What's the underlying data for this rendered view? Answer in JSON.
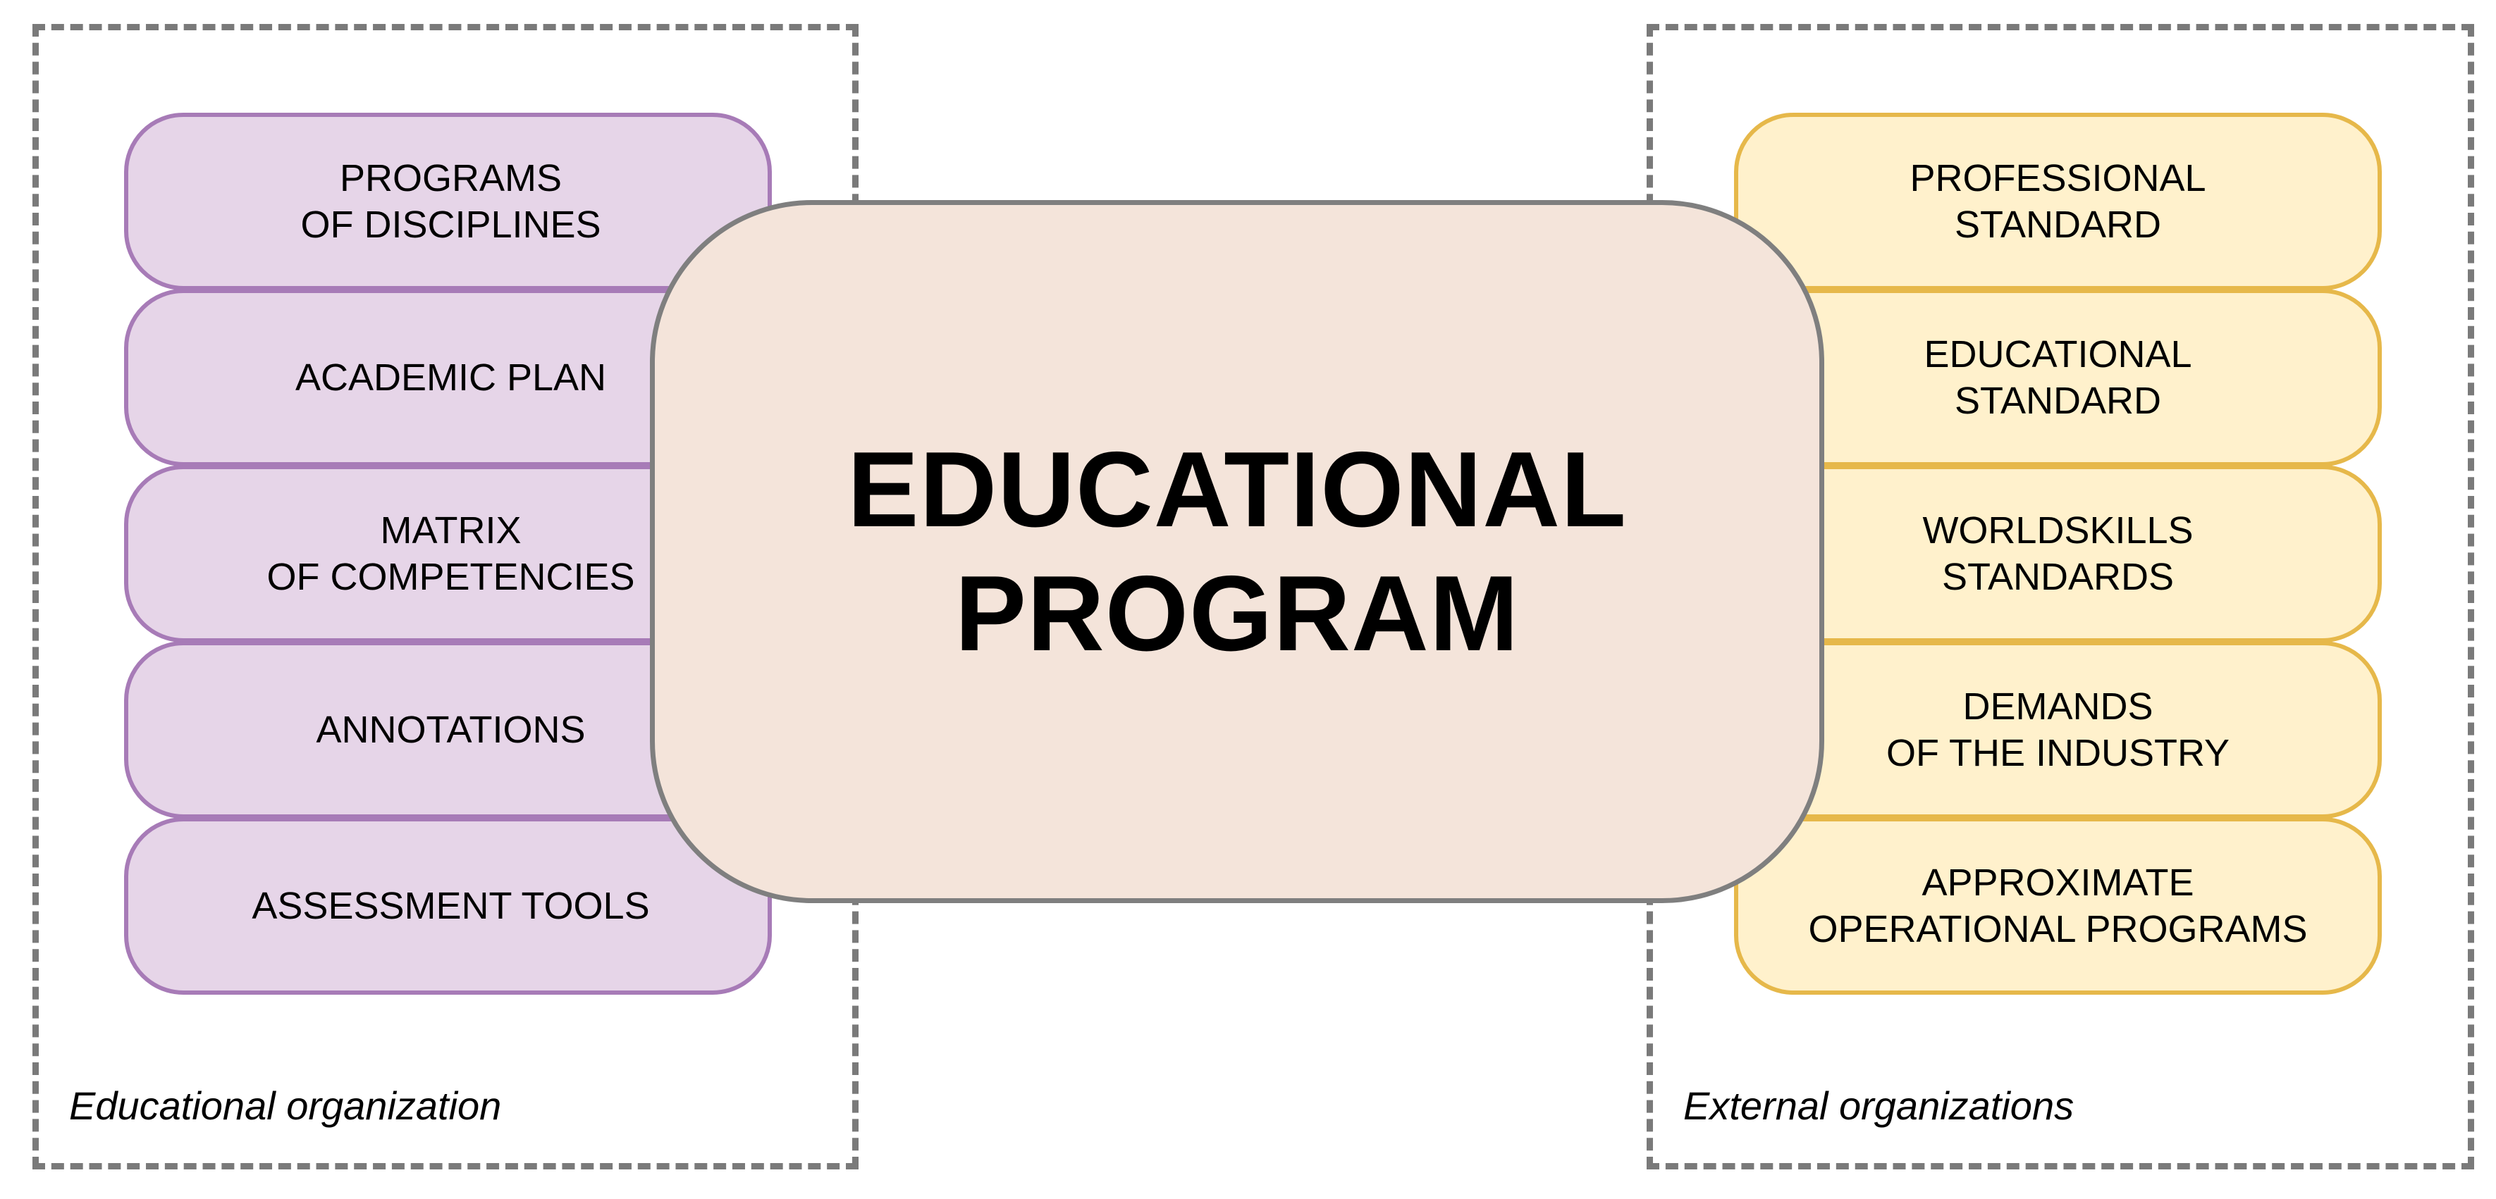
{
  "left_group": {
    "caption": "Educational organization",
    "items": [
      {
        "label": "PROGRAMS\nOF DISCIPLINES"
      },
      {
        "label": "ACADEMIC PLAN"
      },
      {
        "label": "MATRIX\nOF COMPETENCIES"
      },
      {
        "label": "ANNOTATIONS"
      },
      {
        "label": "ASSESSMENT TOOLS"
      }
    ]
  },
  "center": {
    "title": "EDUCATIONAL\nPROGRAM"
  },
  "right_group": {
    "caption": "External organizations",
    "items": [
      {
        "label": "PROFESSIONAL\nSTANDARD"
      },
      {
        "label": "EDUCATIONAL\nSTANDARD"
      },
      {
        "label": "WORLDSKILLS\nSTANDARDS"
      },
      {
        "label": "DEMANDS\nOF THE INDUSTRY"
      },
      {
        "label": "APPROXIMATE\nOPERATIONAL PROGRAMS"
      }
    ]
  },
  "colors": {
    "left_fill": "#e6d5e8",
    "left_border": "#a77bb7",
    "right_fill": "#fff1cc",
    "right_border": "#e6b84a",
    "center_fill": "#f4e4da",
    "center_border": "#7f7f7f",
    "frame_border": "#7a7a7a"
  }
}
